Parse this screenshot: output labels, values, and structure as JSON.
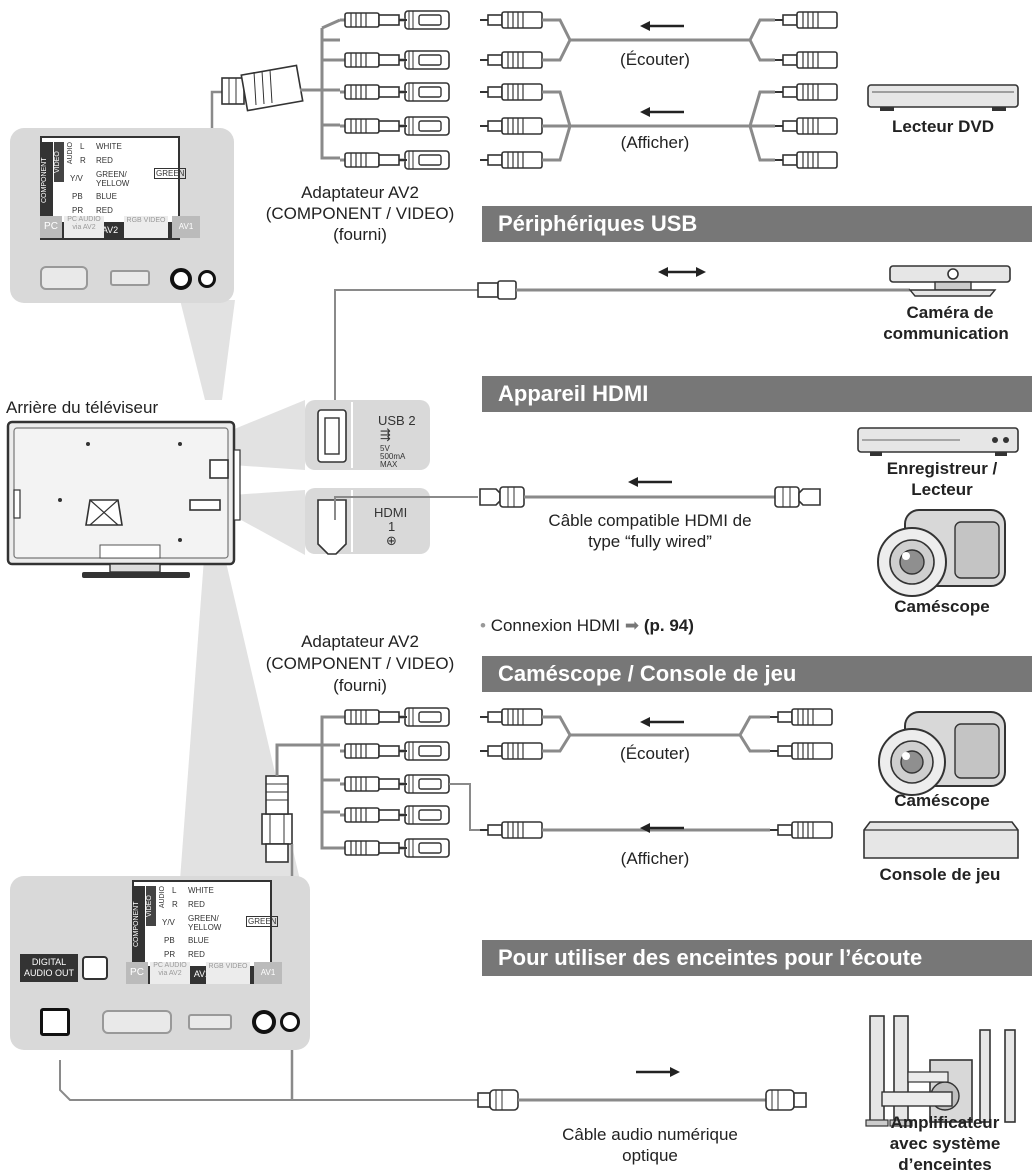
{
  "colors": {
    "section_bar": "#777777",
    "panel_gray": "#d9d9d9",
    "cable": "#8a8a8a"
  },
  "sections": {
    "usb": "Périphériques USB",
    "hdmi": "Appareil HDMI",
    "camcorder_console": "Caméscope / Console de jeu",
    "speakers": "Pour utiliser des enceintes pour l’écoute"
  },
  "labels": {
    "tv_rear": "Arrière du téléviseur",
    "adapter_top": [
      "Adaptateur AV2",
      "(COMPONENT / VIDEO)",
      "(fourni)"
    ],
    "adapter_bottom": [
      "Adaptateur AV2",
      "(COMPONENT / VIDEO)",
      "(fourni)"
    ],
    "listen_1": "(Écouter)",
    "display_1": "(Afficher)",
    "listen_2": "(Écouter)",
    "display_2": "(Afficher)",
    "hdmi_cable": [
      "Câble compatible HDMI de",
      "type “fully wired”"
    ],
    "hdmi_note_text": "Connexion HDMI",
    "hdmi_note_ref": "(p. 94)",
    "optical_cable": [
      "Câble audio numérique",
      "optique"
    ]
  },
  "devices": {
    "dvd": "Lecteur DVD",
    "webcam": [
      "Caméra de",
      "communication"
    ],
    "recorder": [
      "Enregistreur /",
      "Lecteur"
    ],
    "camcorder_hdmi": "Caméscope",
    "camcorder_av": "Caméscope",
    "console": "Console de jeu",
    "amplifier": [
      "Amplificateur",
      "avec système",
      "d’enceintes"
    ]
  },
  "panel_text": {
    "component": "COMPONENT",
    "video": "VIDEO",
    "audio": "AUDIO",
    "l": "L",
    "r": "R",
    "yv": "Y/V",
    "pb": "PB",
    "pr": "PR",
    "white": "WHITE",
    "red": "RED",
    "green_yellow": "GREEN/ YELLOW",
    "blue": "BLUE",
    "red2": "RED",
    "green": "GREEN",
    "av2": "AV2",
    "pc": "PC",
    "pc_audio": "PC AUDIO via AV2",
    "rgb_video": "RGB VIDEO",
    "av1": "AV1",
    "digital_audio_out": "DIGITAL AUDIO OUT"
  },
  "port_text": {
    "usb": "USB 2",
    "usb_power": [
      "5V",
      "500mA",
      "MAX"
    ],
    "hdmi": "HDMI",
    "hdmi_num": "1"
  }
}
